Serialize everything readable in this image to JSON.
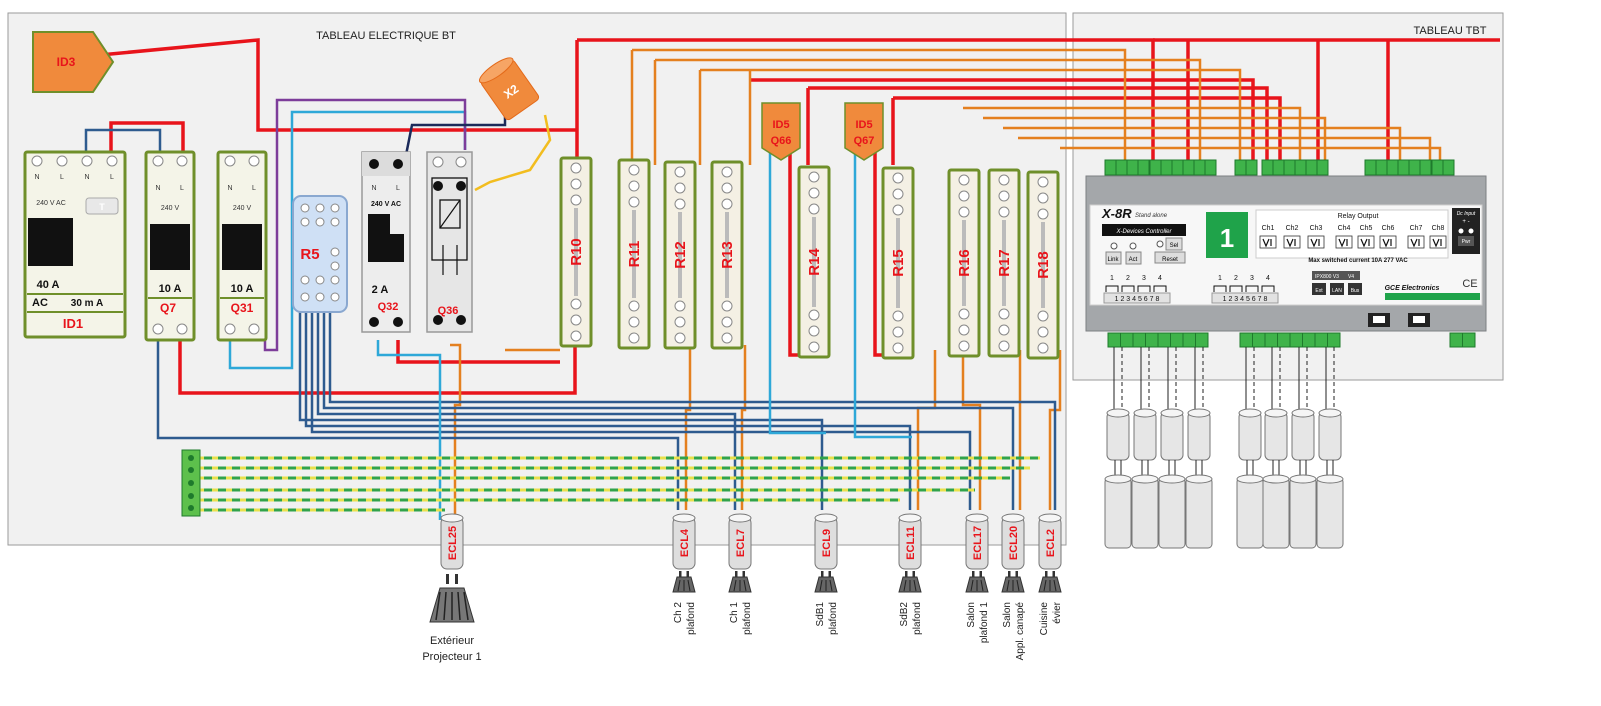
{
  "panels": {
    "bt_title": "TABLEAU ELECTRIQUE BT",
    "tbt_title": "TABLEAU TBT"
  },
  "breakers": {
    "id1": {
      "label": "ID1",
      "n": "N",
      "l": "L",
      "voltage": "240 V AC",
      "test": "T",
      "current": "40 A",
      "type": "AC",
      "sensitivity": "30 m A"
    },
    "q7": {
      "label": "Q7",
      "n": "N",
      "l": "L",
      "voltage": "240 V",
      "current": "10 A"
    },
    "q31": {
      "label": "Q31",
      "n": "N",
      "l": "L",
      "voltage": "240 V",
      "current": "10 A"
    },
    "q32": {
      "label": "Q32",
      "n": "N",
      "l": "L",
      "voltage": "240 V AC",
      "current": "2 A"
    },
    "q36": {
      "label": "Q36"
    }
  },
  "tags": {
    "id3": "ID3",
    "x2": "X2",
    "id5_q66": {
      "line1": "ID5",
      "line2": "Q66"
    },
    "id5_q67": {
      "line1": "ID5",
      "line2": "Q67"
    }
  },
  "relays": {
    "r5": "R5",
    "strips": [
      "R10",
      "R11",
      "R12",
      "R13",
      "R14",
      "R15",
      "R16",
      "R17",
      "R18"
    ]
  },
  "lamps": [
    {
      "code": "ECL25",
      "caption1": "Extérieur",
      "caption2": "Projecteur 1"
    },
    {
      "code": "ECL4",
      "caption1": "Ch 2",
      "caption2": "plafond"
    },
    {
      "code": "ECL7",
      "caption1": "Ch 1",
      "caption2": "plafond"
    },
    {
      "code": "ECL9",
      "caption1": "SdB1",
      "caption2": "plafond"
    },
    {
      "code": "ECL11",
      "caption1": "SdB2",
      "caption2": "plafond"
    },
    {
      "code": "ECL17",
      "caption1": "Salon",
      "caption2": "plafond 1"
    },
    {
      "code": "ECL20",
      "caption1": "Salon",
      "caption2": "Appl. canapé"
    },
    {
      "code": "ECL2",
      "caption1": "Cuisine",
      "caption2": "évier"
    }
  ],
  "controller": {
    "model": "X-8R",
    "model_sub": "Stand alone",
    "subtitle": "X-Devices Controller",
    "btn_link": "Link",
    "btn_act": "Act",
    "btn_sel": "Sel",
    "btn_reset": "Reset",
    "display": "1",
    "relay_output": "Relay Output",
    "channels": [
      "Ch1",
      "Ch2",
      "Ch3",
      "Ch4",
      "Ch5",
      "Ch6",
      "Ch7",
      "Ch8"
    ],
    "max_current": "Max switched current 10A 277 VAC",
    "bus_label": "IPX800 V3",
    "bus_label2": "V4",
    "btn_ext": "Ext",
    "btn_lan": "LAN",
    "btn_bus": "Bus",
    "brand": "GCE Electronics",
    "dc_input": "Dc Input",
    "dc_pm": "+ -",
    "pwr": "Pwr",
    "ce": "CE",
    "input_numbers": [
      "1",
      "2",
      "3",
      "4"
    ],
    "pin_numbers": "1 2 3 4 5 6 7 8"
  },
  "colors": {
    "phase": "#e8141b",
    "switched": "#e4801f",
    "neutral": "#2e5b8f",
    "control": "#2ea8d8",
    "tag_fill": "#f08a3c",
    "frame_green": "#6f8f2a"
  }
}
